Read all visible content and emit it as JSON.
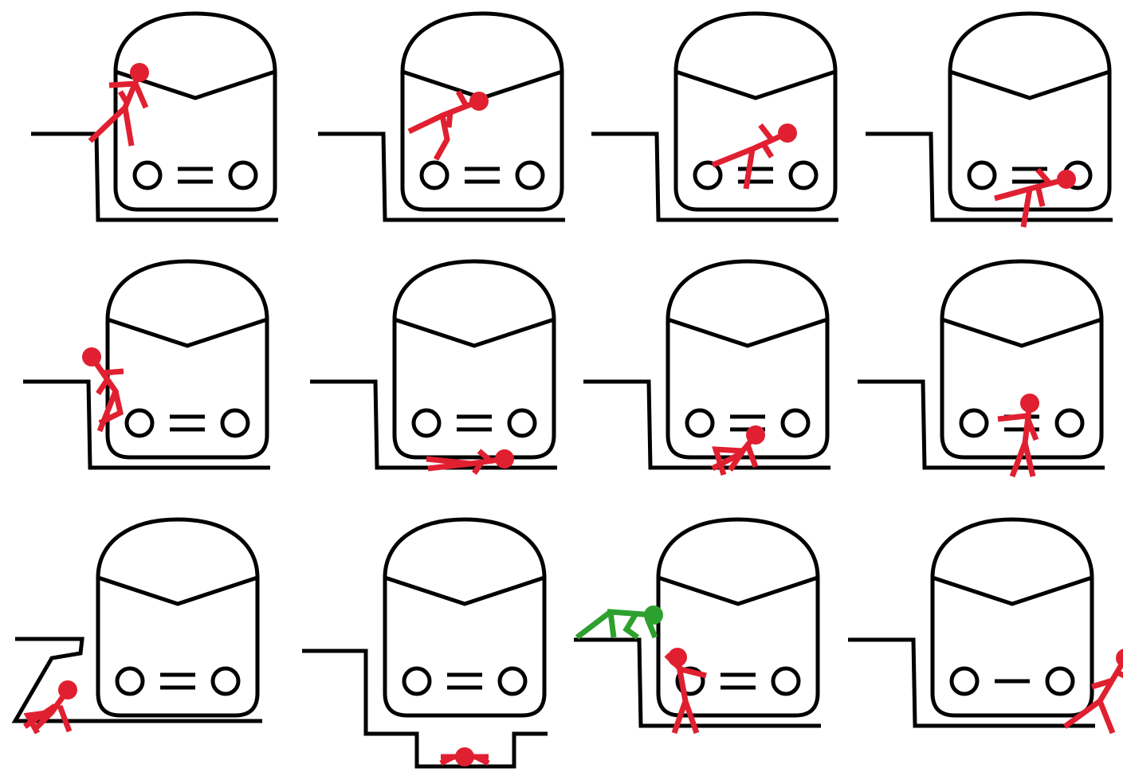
{
  "colors": {
    "outline": "#000000",
    "person": "#e02030",
    "rescuer": "#2ea02e",
    "background": "#ffffff"
  },
  "panels": [
    {
      "id": 1,
      "platform": "normal",
      "figures": [
        {
          "role": "person",
          "pose": "falling-off-edge"
        }
      ]
    },
    {
      "id": 2,
      "platform": "normal",
      "figures": [
        {
          "role": "person",
          "pose": "falling-forward"
        }
      ]
    },
    {
      "id": 3,
      "platform": "normal",
      "figures": [
        {
          "role": "person",
          "pose": "falling-low"
        }
      ]
    },
    {
      "id": 4,
      "platform": "normal",
      "figures": [
        {
          "role": "person",
          "pose": "landing-on-track"
        }
      ]
    },
    {
      "id": 5,
      "platform": "normal",
      "figures": [
        {
          "role": "person",
          "pose": "climbing-down-wall"
        }
      ]
    },
    {
      "id": 6,
      "platform": "normal",
      "figures": [
        {
          "role": "person",
          "pose": "lying-on-track"
        }
      ]
    },
    {
      "id": 7,
      "platform": "normal",
      "figures": [
        {
          "role": "person",
          "pose": "crouching-under-train"
        }
      ]
    },
    {
      "id": 8,
      "platform": "normal",
      "figures": [
        {
          "role": "person",
          "pose": "standing-in-front-of-train"
        }
      ]
    },
    {
      "id": 9,
      "platform": "refuge-under-platform",
      "figures": [
        {
          "role": "person",
          "pose": "sitting-in-refuge"
        }
      ]
    },
    {
      "id": 10,
      "platform": "pit",
      "figures": [
        {
          "role": "person",
          "pose": "lying-in-pit"
        }
      ]
    },
    {
      "id": 11,
      "platform": "normal",
      "figures": [
        {
          "role": "rescuer",
          "pose": "kneeling-at-edge"
        },
        {
          "role": "person",
          "pose": "reaching-up"
        }
      ]
    },
    {
      "id": 12,
      "platform": "normal",
      "figures": [
        {
          "role": "person",
          "pose": "running-away"
        }
      ]
    }
  ]
}
